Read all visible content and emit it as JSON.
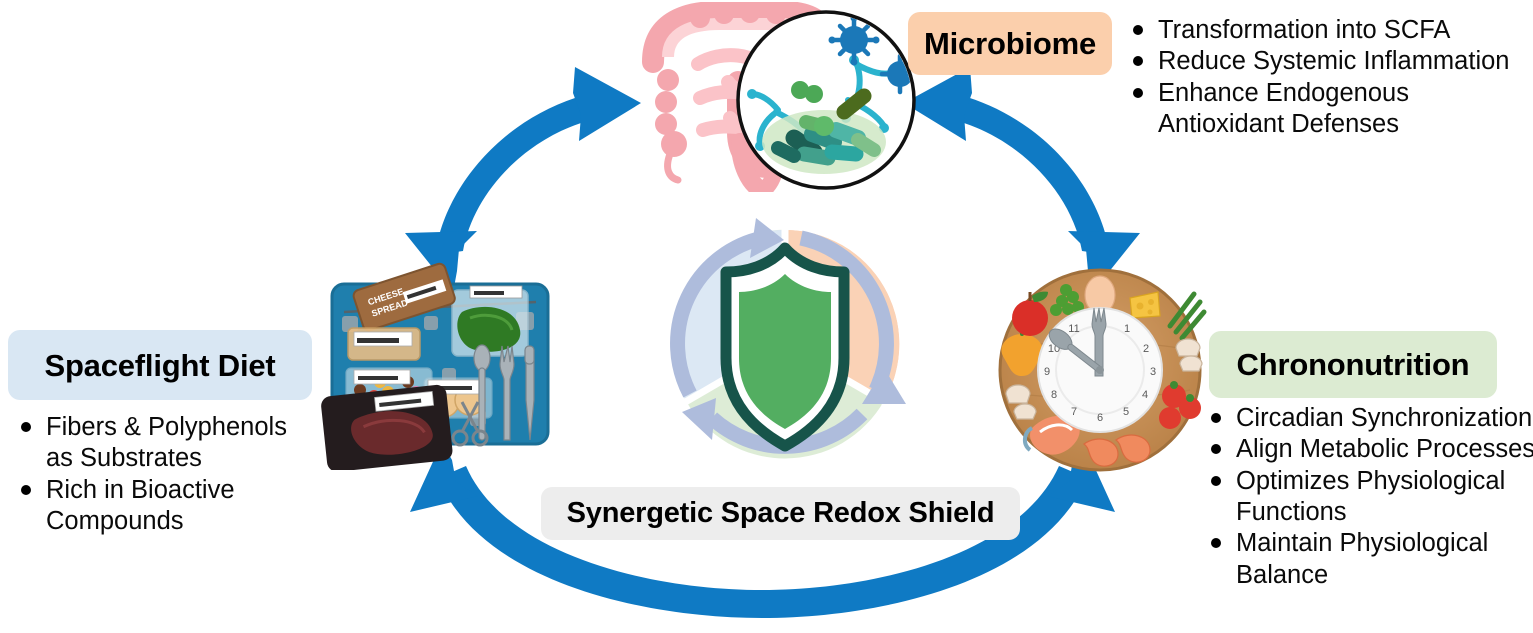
{
  "diagram": {
    "title": "Synergetic Space Redox Shield",
    "center_label": "Synergetic Space Redox Shield"
  },
  "nodes": {
    "microbiome": {
      "label": "Microbiome",
      "pill_color": "#FBCFAC",
      "bullets": [
        {
          "text": "Transformation into SCFA",
          "bullet": true
        },
        {
          "text": "Reduce Systemic Inflammation",
          "bullet": true
        },
        {
          "text": "Enhance Endogenous",
          "bullet": true
        },
        {
          "text": "Antioxidant Defenses",
          "bullet": false
        }
      ]
    },
    "spaceflight_diet": {
      "label": "Spaceflight Diet",
      "pill_color": "#D9E7F3",
      "bullets": [
        {
          "text": "Fibers & Polyphenols",
          "bullet": true
        },
        {
          "text": "as Substrates",
          "bullet": false
        },
        {
          "text": "Rich in Bioactive",
          "bullet": true
        },
        {
          "text": "Compounds",
          "bullet": false
        }
      ]
    },
    "chrononutrition": {
      "label": "Chrononutrition",
      "pill_color": "#DCEBD2",
      "bullets": [
        {
          "text": "Circadian Synchronization",
          "bullet": true
        },
        {
          "text": "Align Metabolic Processes",
          "bullet": true
        },
        {
          "text": "Optimizes Physiological",
          "bullet": true
        },
        {
          "text": "Functions",
          "bullet": false
        },
        {
          "text": "Maintain Physiological",
          "bullet": true
        },
        {
          "text": "Balance",
          "bullet": false
        }
      ]
    }
  },
  "center": {
    "label": "Synergetic Space Redox Shield",
    "pill_color": "#EDEDED",
    "segments": [
      {
        "name": "microbiome-segment",
        "color": "#FAD2B6"
      },
      {
        "name": "diet-segment",
        "color": "#DCE8F4"
      },
      {
        "name": "chrononutrition-segment",
        "color": "#DDECD6"
      }
    ],
    "ring_color": "#AEBCDC",
    "shield_fill": "#53AE61",
    "shield_outline": "#17544A"
  },
  "arrows": {
    "color": "#0F7AC4",
    "items": [
      {
        "name": "diet-microbiome-arrow",
        "bidirectional": true
      },
      {
        "name": "microbiome-chrononutrition-arrow",
        "bidirectional": true
      },
      {
        "name": "diet-chrononutrition-arrow",
        "bidirectional": true
      }
    ]
  },
  "illustrations": {
    "gut_microbiome": {
      "name": "gut-microbiome-illustration",
      "intestine_color": "#F4A7AE",
      "inset_items": [
        "bacteria",
        "viruses",
        "filaments"
      ]
    },
    "food_tray": {
      "name": "spaceflight-food-tray-illustration",
      "tray_color": "#1F7FAD",
      "items": [
        "CHEESE SPREAD",
        "Crackers",
        "Candy Coated Peanuts",
        "Spinach",
        "Beef Steak",
        "Fork",
        "Knife",
        "Spoon",
        "Scissors"
      ]
    },
    "food_clock": {
      "name": "food-clock-illustration",
      "board_color": "#C28E52",
      "clock_numbers": [
        "1",
        "2",
        "3",
        "4",
        "5",
        "6",
        "7",
        "8",
        "9",
        "10",
        "11"
      ],
      "hands": [
        "fork",
        "spoon"
      ],
      "foods": [
        "egg",
        "cheese",
        "asparagus",
        "mushrooms",
        "tomatoes",
        "shrimp",
        "salmon",
        "peppers",
        "apple",
        "peas"
      ]
    }
  }
}
